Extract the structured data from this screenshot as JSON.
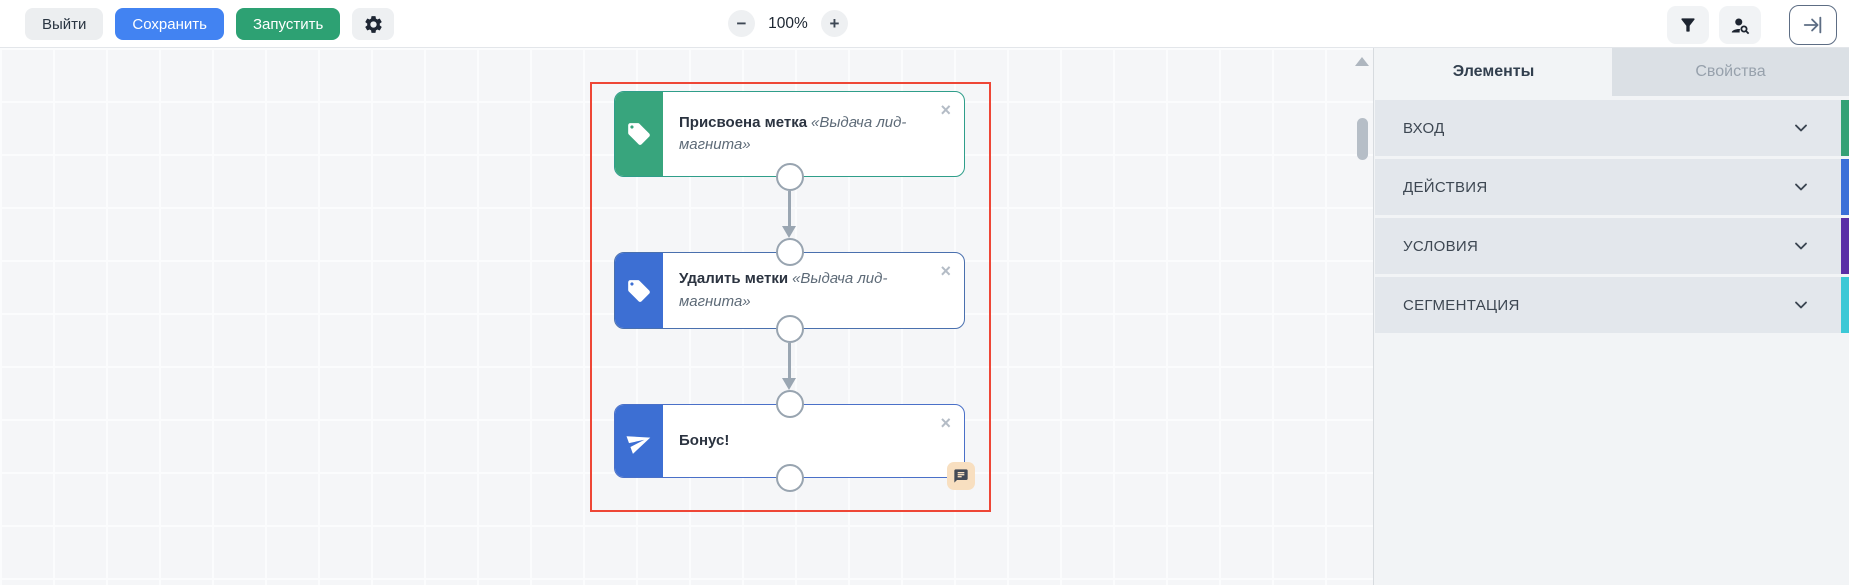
{
  "toolbar": {
    "exit_label": "Выйти",
    "save_label": "Сохранить",
    "run_label": "Запустить",
    "zoom_level": "100%"
  },
  "icons": {
    "close_glyph": "×",
    "minus_glyph": "−",
    "plus_glyph": "+"
  },
  "colors": {
    "save_button": "#4283f2",
    "run_button": "#2da173",
    "selection_red": "#ee4636",
    "node_green": "#38a57d",
    "node_blue": "#3d6fd3",
    "comment_badge_bg": "#f8dfc0"
  },
  "canvas": {
    "nodes": [
      {
        "title": "Присвоена метка",
        "subtitle": "«Выдача лид-магнита»",
        "icon": "tag-icon",
        "accent": "#38a57d"
      },
      {
        "title": "Удалить метки",
        "subtitle": "«Выдача лид-магнита»",
        "icon": "tag-icon",
        "accent": "#3d6fd3"
      },
      {
        "title": "Бонус!",
        "subtitle": "",
        "icon": "send-icon",
        "accent": "#3d6fd3"
      }
    ]
  },
  "panel": {
    "tabs": [
      {
        "label": "Элементы",
        "active": true
      },
      {
        "label": "Свойства",
        "active": false
      }
    ],
    "sections": [
      {
        "label": "ВХОД",
        "color": "#35a175"
      },
      {
        "label": "ДЕЙСТВИЯ",
        "color": "#3a6fd8"
      },
      {
        "label": "УСЛОВИЯ",
        "color": "#5a2ea6"
      },
      {
        "label": "СЕГМЕНТАЦИЯ",
        "color": "#3bc8d6"
      }
    ]
  }
}
